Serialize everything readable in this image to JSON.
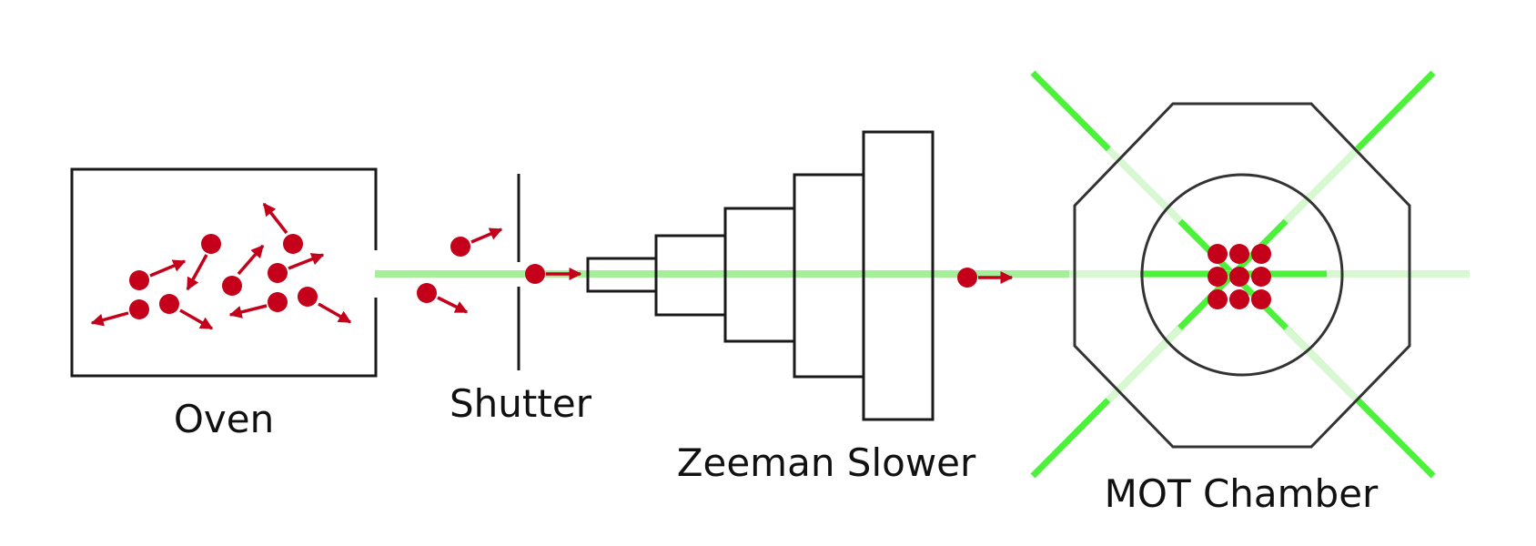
{
  "labels": {
    "oven": "Oven",
    "shutter": "Shutter",
    "zeeman_slower": "Zeeman Slower",
    "mot_chamber": "MOT Chamber"
  },
  "colors": {
    "atom": "#c4001a",
    "laser": "#4cf23a",
    "laser_faint": "#cdf7c6",
    "outline": "#1a1a1a"
  }
}
